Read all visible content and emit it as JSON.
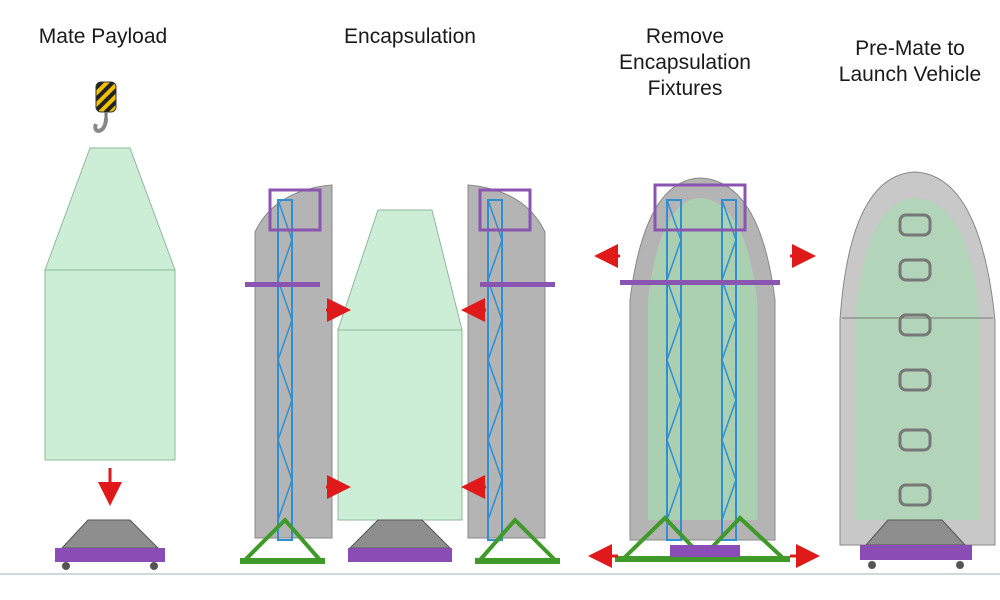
{
  "stages": [
    {
      "title": "Mate Payload"
    },
    {
      "title": "Encapsulation"
    },
    {
      "title": "Remove\nEncapsulation\nFixtures"
    },
    {
      "title": "Pre-Mate to\nLaunch Vehicle"
    }
  ],
  "colors": {
    "payload_green": "#cdeed6",
    "payload_outline": "#8fb99b",
    "fairing_gray": "#b4b4b4",
    "fixture_blue": "#2f8fd0",
    "fixture_purple": "#8a55b0",
    "dolly_green": "#3f9a2a",
    "dolly_purple": "#8a4db5",
    "arrow_red": "#e01a1a",
    "hook_yellow": "#f2c200"
  },
  "icons": {
    "hook": "crane-hook-icon"
  }
}
